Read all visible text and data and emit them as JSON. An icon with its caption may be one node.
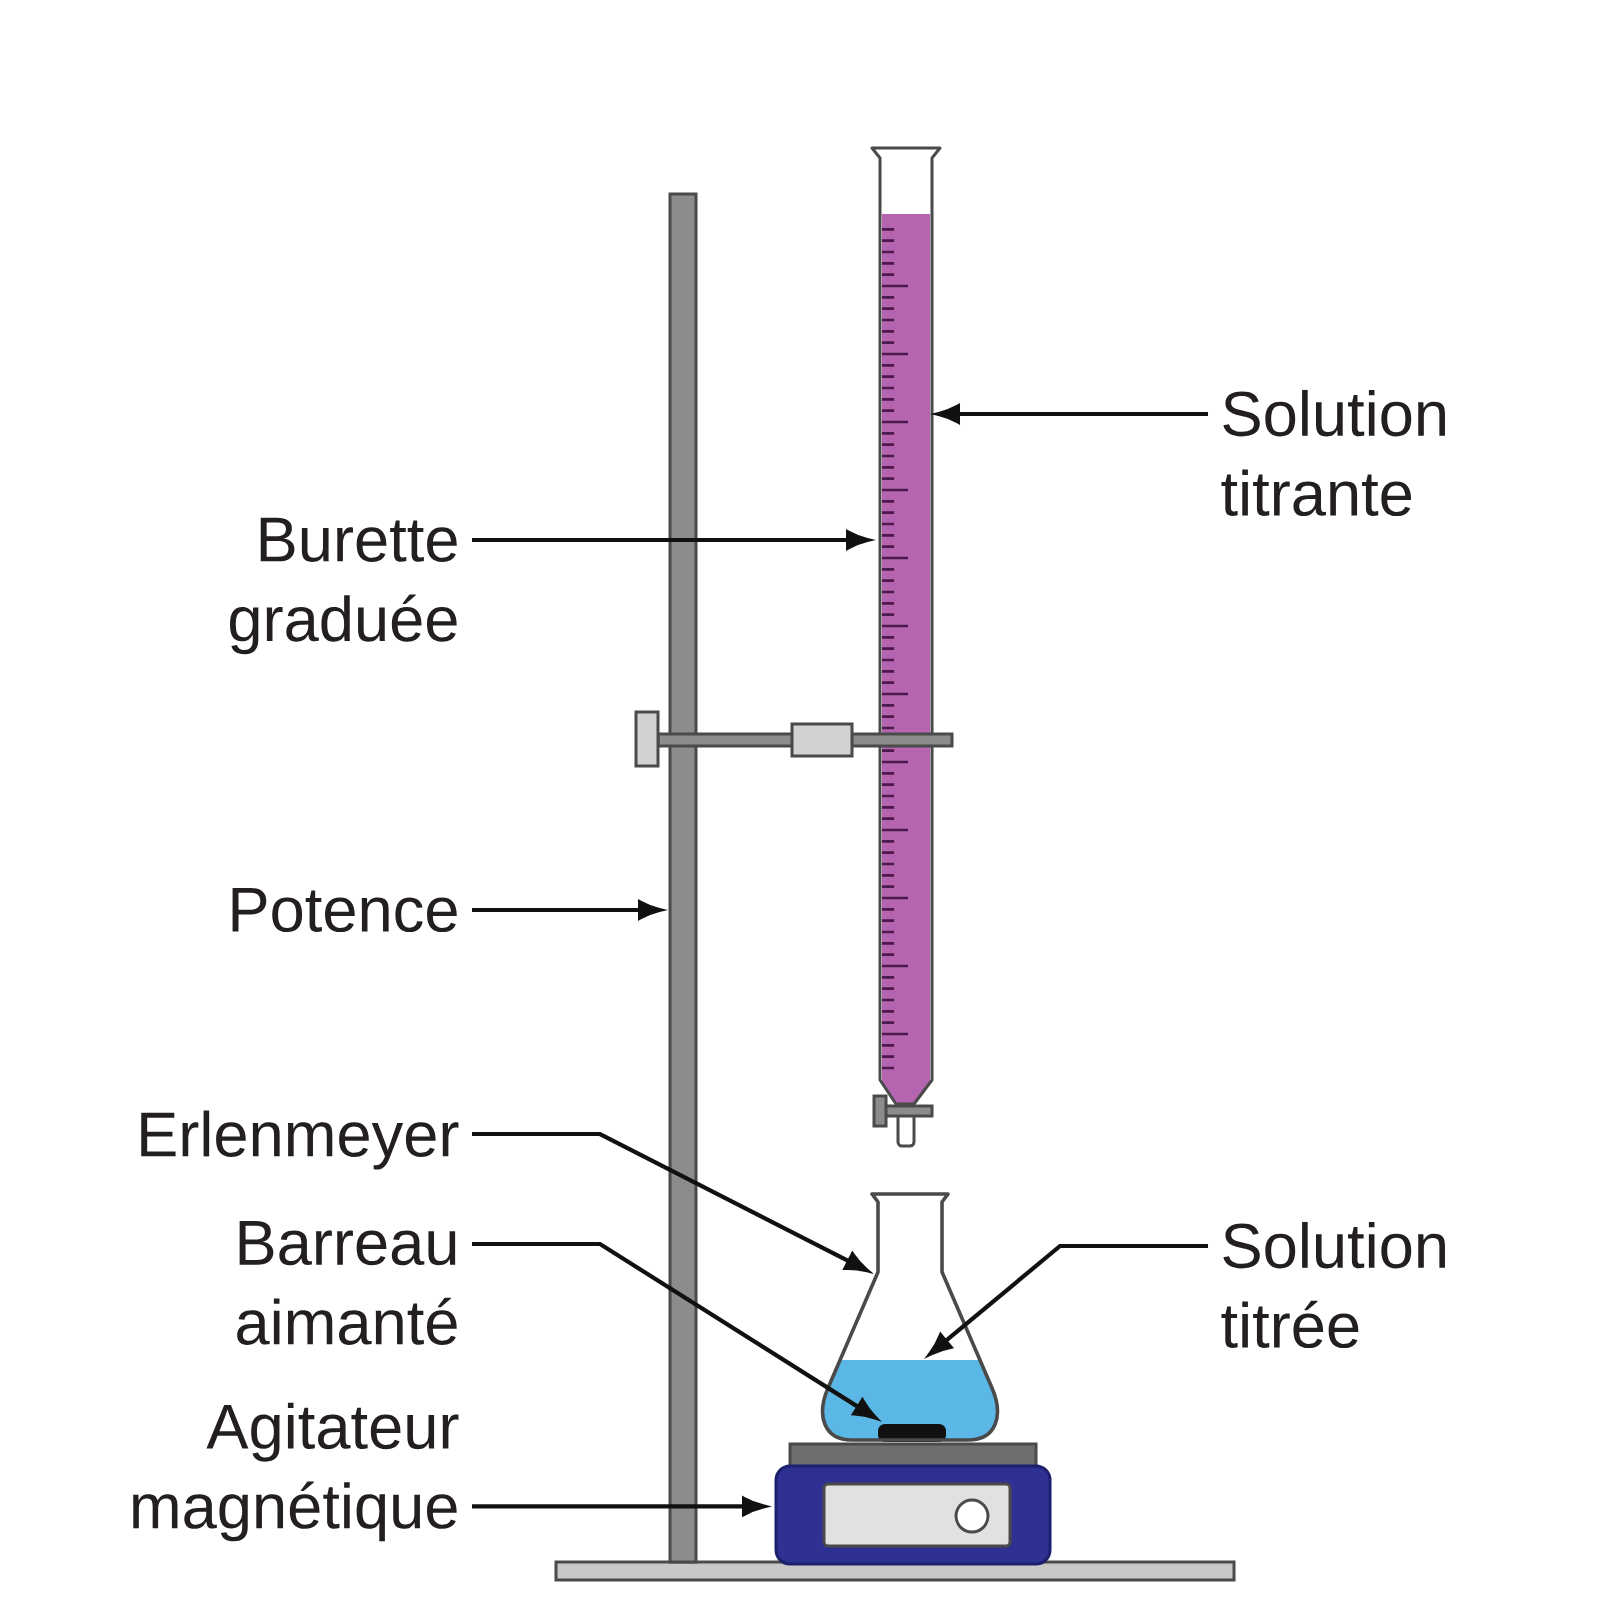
{
  "diagram": {
    "nodes": [
      {
        "text": [
          "Solution titrante"
        ]
      },
      {
        "text": [
          "Burette graduée"
        ]
      },
      {
        "text": [],
        "shape": "picture"
      },
      {
        "text": [],
        "shape": "box",
        "in": 2
      },
      {
        "text": [
          "Potence"
        ]
      },
      {
        "text": [],
        "shape": "bar"
      },
      {
        "text": [
          "Erlenmeyer"
        ]
      },
      {
        "text": [],
        "shape": "picture"
      },
      {
        "text": [
          "Barreau aimanté"
        ]
      },
      {
        "text": [],
        "shape": "bar",
        "in": 11
      },
      {
        "text": [
          "Solution titrée"
        ]
      },
      {
        "text": [],
        "shape": "box",
        "in": 7
      },
      {
        "text": [
          "Agitateur magnétique"
        ]
      },
      {
        "text": [],
        "shape": "picture"
      }
    ],
    "edges": [
      {
        "from": 0,
        "to": 3,
        "arrow": "to"
      },
      {
        "from": 1,
        "to": 2,
        "arrow": "to"
      },
      {
        "from": 4,
        "to": 5,
        "arrow": "to"
      },
      {
        "from": 6,
        "to": 7,
        "arrow": "to"
      },
      {
        "from": 8,
        "to": 9,
        "arrow": "to"
      },
      {
        "from": 10,
        "to": 11,
        "arrow": "to"
      },
      {
        "from": 12,
        "to": 13,
        "arrow": "to"
      }
    ]
  }
}
